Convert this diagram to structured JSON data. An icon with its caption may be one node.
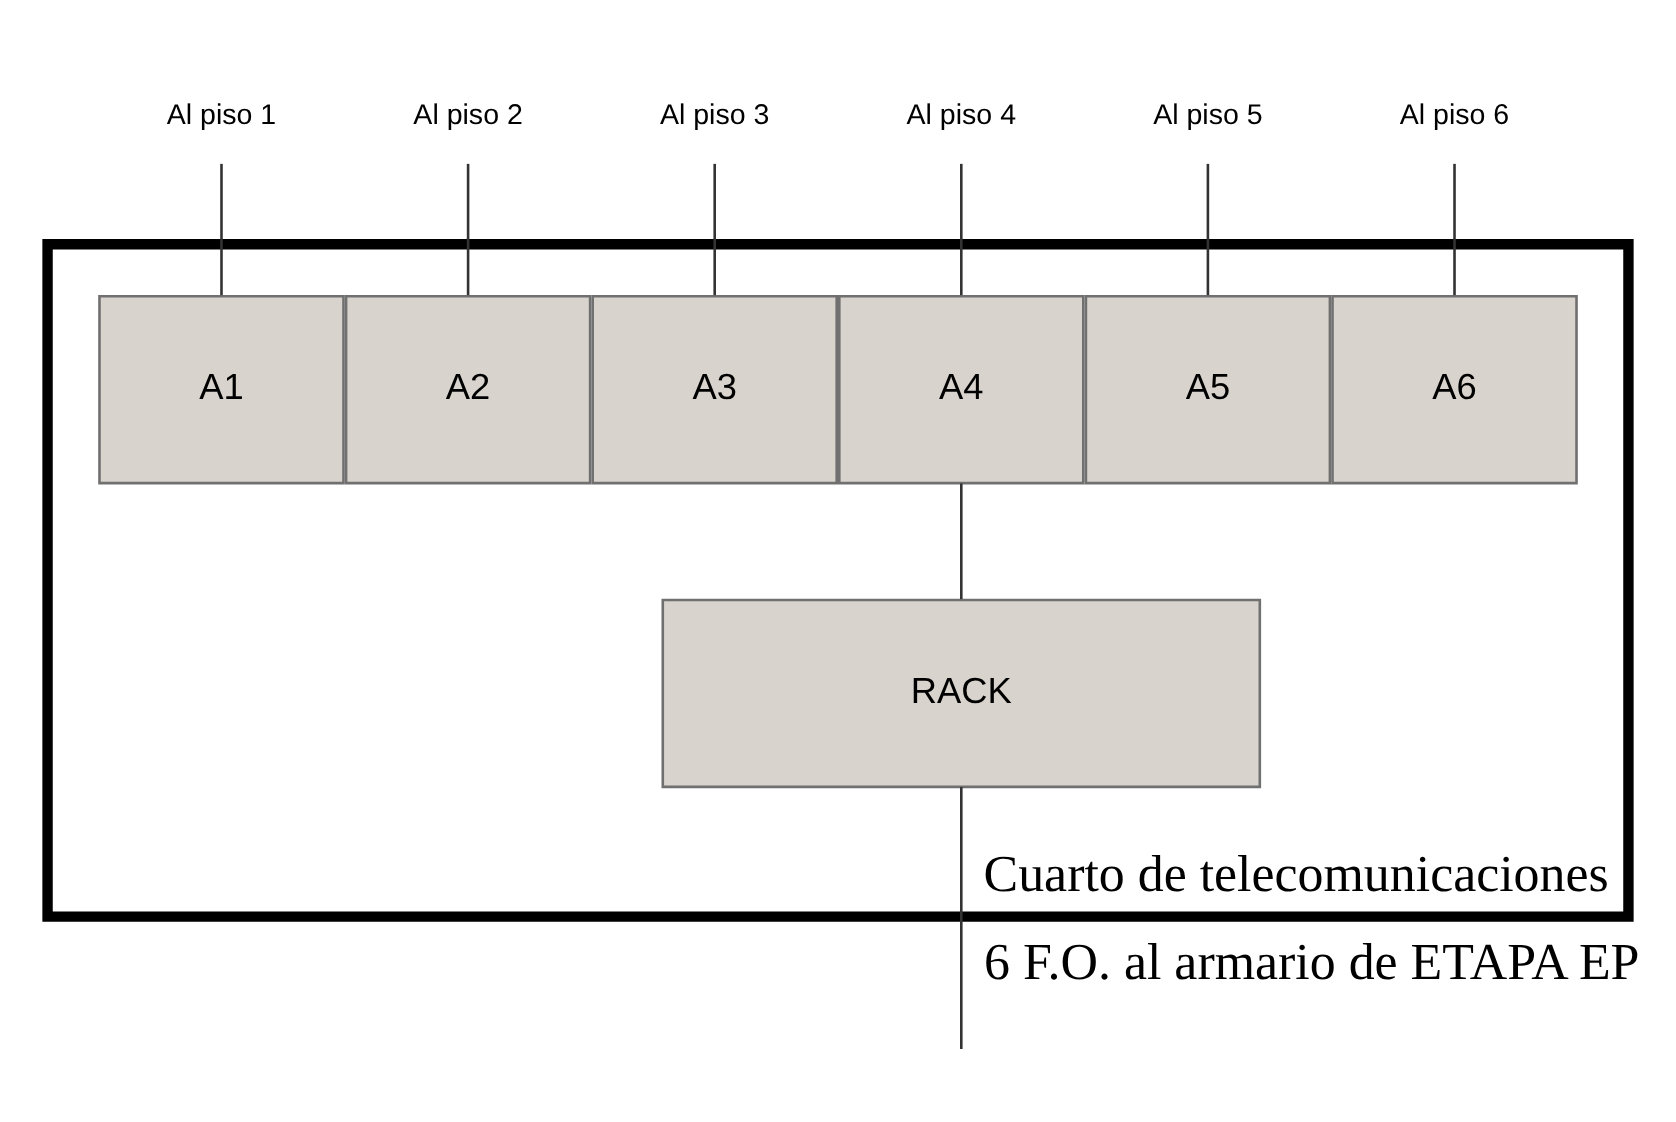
{
  "diagram": {
    "nodes": [
      {
        "text": [
          "Al piso 1"
        ]
      },
      {
        "text": [
          "Al piso 2"
        ]
      },
      {
        "text": [
          "Al piso 3"
        ]
      },
      {
        "text": [
          "Al piso 4"
        ]
      },
      {
        "text": [
          "Al piso 5"
        ]
      },
      {
        "text": [
          "Al piso 6"
        ]
      },
      {
        "text": [
          "Cuarto de telecomunicaciones"
        ]
      },
      {
        "text": [
          "A1"
        ],
        "in": 6
      },
      {
        "text": [
          "A2"
        ],
        "in": 6
      },
      {
        "text": [
          "A3"
        ],
        "in": 6
      },
      {
        "text": [
          "A4"
        ],
        "in": 6
      },
      {
        "text": [
          "A5"
        ],
        "in": 6
      },
      {
        "text": [
          "A6"
        ],
        "in": 6
      },
      {
        "text": [
          "RACK"
        ],
        "in": 6
      }
    ],
    "edges": [
      {
        "from": 0,
        "to": 7,
        "arrow": "none"
      },
      {
        "from": 1,
        "to": 8,
        "arrow": "none"
      },
      {
        "from": 2,
        "to": 9,
        "arrow": "none"
      },
      {
        "from": 3,
        "to": 10,
        "arrow": "none"
      },
      {
        "from": 4,
        "to": 11,
        "arrow": "none"
      },
      {
        "from": 5,
        "to": 12,
        "arrow": "none"
      },
      {
        "from": 10,
        "to": 13,
        "arrow": "none"
      },
      {
        "from": 13,
        "to": null,
        "arrow": "none",
        "label": "6 F.O. al armario de ETAPA EP"
      }
    ]
  }
}
